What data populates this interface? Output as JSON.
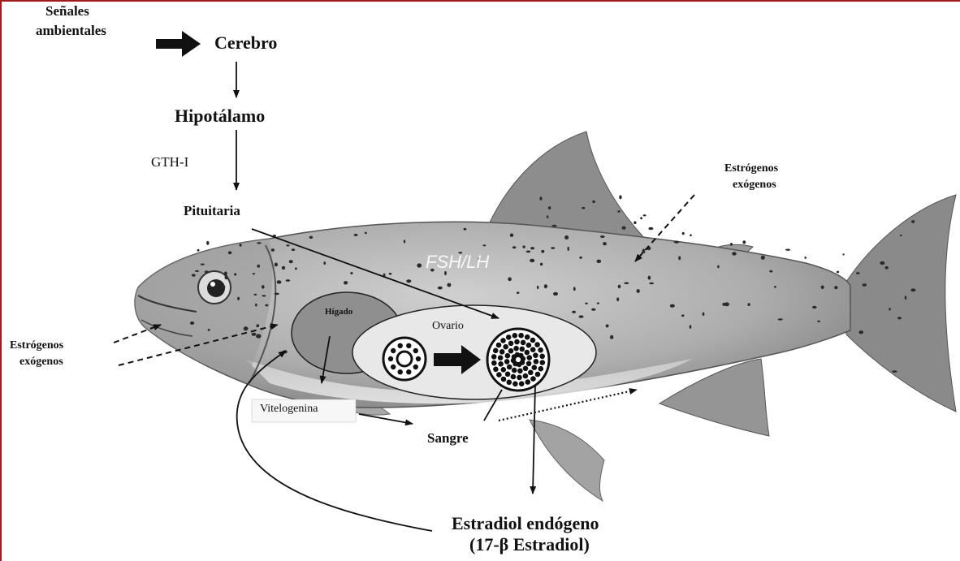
{
  "labels": {
    "senales_line1": "Señales",
    "senales_line2": "ambientales",
    "cerebro": "Cerebro",
    "hipotalamo": "Hipotálamo",
    "gth": "GTH-I",
    "pituitaria": "Pituitaria",
    "fsh_lh": "FSH/LH",
    "estrogenos_right_line1": "Estrógenos",
    "estrogenos_right_line2": "exógenos",
    "estrogenos_left_line1": "Estrógenos",
    "estrogenos_left_line2": "exógenos",
    "higado": "Hígado",
    "ovario": "Ovario",
    "vitelogenina": "Vitelogenina",
    "sangre": "Sangre",
    "estradiol_line1": "Estradiol endógeno",
    "estradiol_line2": "(17-β Estradiol)"
  },
  "colors": {
    "frame": "#a11d1d",
    "fish_body": "#b9b9b9",
    "fish_belly": "#e9e9e9",
    "fin": "#8d8d8d",
    "spots": "#2a2a2a",
    "liver": "#8f8f8f",
    "ovary": "#e8e8e8",
    "arrow": "#111111"
  },
  "icons": [
    "right-arrow-icon",
    "down-arrow-icon",
    "fish-illustration",
    "oocyte-icon"
  ]
}
